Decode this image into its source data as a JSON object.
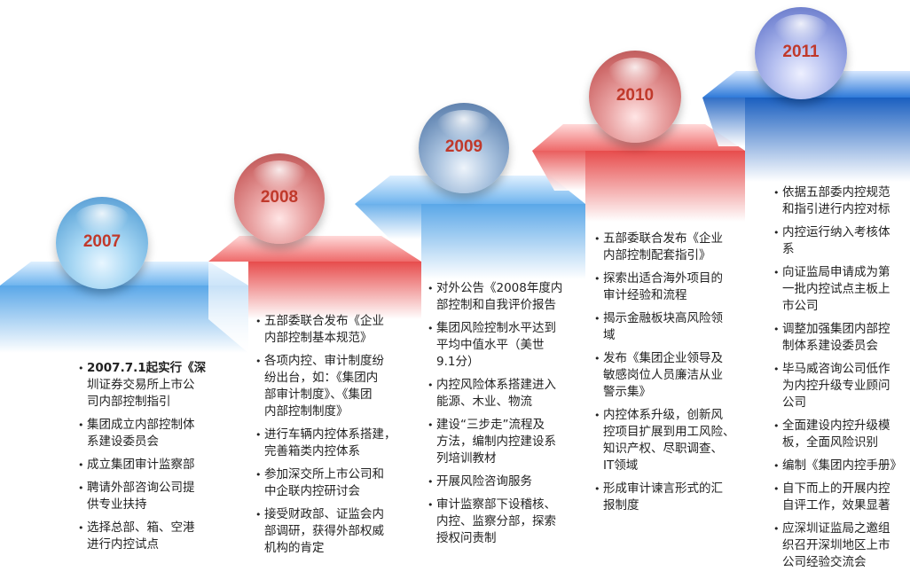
{
  "phases": [
    {
      "year": "2007",
      "items": [
        [
          "2007.7.1起实行《深",
          "圳证券交易所上市公",
          "司内部控制指引"
        ],
        [
          "集团成立内部控制体",
          "系建设委员会"
        ],
        [
          "成立集团审计监察部"
        ],
        [
          "聘请外部咨询公司提",
          "供专业扶持"
        ],
        [
          "选择总部、箱、空港",
          "进行内控试点"
        ]
      ]
    },
    {
      "year": "2008",
      "items": [
        [
          "五部委联合发布《企业",
          "内部控制基本规范》"
        ],
        [
          "各项内控、审计制度纷",
          "纷出台，如：《集团内",
          "部审计制度》、《集团",
          "内部控制制度》"
        ],
        [
          "进行车辆内控体系搭建，",
          "完善箱类内控体系"
        ],
        [
          "参加深交所上市公司和",
          "中企联内控研讨会"
        ],
        [
          "接受财政部、证监会内",
          "部调研，获得外部权威",
          "机构的肯定"
        ]
      ]
    },
    {
      "year": "2009",
      "items": [
        [
          "对外公告《2008年度内",
          "部控制和自我评价报告"
        ],
        [
          "集团风险控制水平达到",
          "平均中值水平（美世",
          "9.1分）"
        ],
        [
          "内控风险体系搭建进入",
          "能源、木业、物流"
        ],
        [
          "建设“三步走”流程及",
          "方法，编制内控建设系",
          "列培训教材"
        ],
        [
          "开展风险咨询服务"
        ],
        [
          "审计监察部下设稽核、",
          "内控、监察分部，探索",
          "授权问责制"
        ]
      ]
    },
    {
      "year": "2010",
      "items": [
        [
          "五部委联合发布《企业",
          "内部控制配套指引》"
        ],
        [
          "探索出适合海外项目的",
          "审计经验和流程"
        ],
        [
          "揭示金融板块高风险领",
          "域"
        ],
        [
          "发布《集团企业领导及",
          "敏感岗位人员廉洁从业",
          "警示集》"
        ],
        [
          "内控体系升级，创新风",
          "控项目扩展到用工风险、",
          "知识产权、尽职调查、",
          "IT领域"
        ],
        [
          "形成审计谏言形式的汇",
          "报制度"
        ]
      ]
    },
    {
      "year": "2011",
      "items": [
        [
          "依据五部委内控规范",
          "和指引进行内控对标"
        ],
        [
          "内控运行纳入考核体",
          "系"
        ],
        [
          "向证监局申请成为第",
          "一批内控试点主板上",
          "市公司"
        ],
        [
          "调整加强集团内部控",
          "制体系建设委员会"
        ],
        [
          "毕马威咨询公司低作",
          "为内控升级专业顾问",
          "公司"
        ],
        [
          "全面建设内控升级模",
          "板，全面风险识别"
        ],
        [
          "编制《集团内控手册》"
        ],
        [
          "自下而上的开展内控",
          "自评工作，效果显著"
        ],
        [
          "应深圳证监局之邀组",
          "织召开深圳地区上市",
          "公司经验交流会"
        ]
      ]
    }
  ],
  "colors": {
    "step_blue": "#5aa7e8",
    "step_red": "#e74c4c",
    "step_dark_blue": "#1a5fc0",
    "year_text": "#c0392b"
  }
}
